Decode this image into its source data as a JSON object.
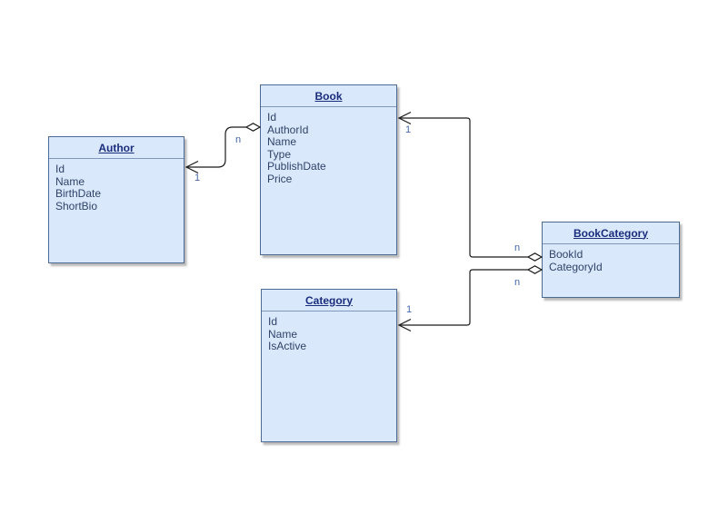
{
  "diagram": {
    "entities": [
      {
        "name": "Author",
        "fields": [
          "Id",
          "Name",
          "BirthDate",
          "ShortBio"
        ]
      },
      {
        "name": "Book",
        "fields": [
          "Id",
          "AuthorId",
          "Name",
          "Type",
          "PublishDate",
          "Price"
        ]
      },
      {
        "name": "Category",
        "fields": [
          "Id",
          "Name",
          "IsActive"
        ]
      },
      {
        "name": "BookCategory",
        "fields": [
          "BookId",
          "CategoryId"
        ]
      }
    ],
    "relationships": [
      {
        "source": "Book",
        "target": "Author",
        "source_label": "n",
        "target_label": "1",
        "source_marker": "diamond",
        "target_marker": "open-arrow"
      },
      {
        "source": "BookCategory",
        "target": "Book",
        "source_label": "n",
        "target_label": "1",
        "source_marker": "diamond",
        "target_marker": "open-arrow"
      },
      {
        "source": "BookCategory",
        "target": "Category",
        "source_label": "n",
        "target_label": "1",
        "source_marker": "diamond",
        "target_marker": "open-arrow"
      }
    ],
    "colors": {
      "entity_fill": "#dae8fc",
      "entity_border": "#4d6a96",
      "header_text": "#1a2d7d",
      "field_text": "#2f4369",
      "edge_line": "#1a1a1a",
      "multiplicity_label": "#4466aa",
      "background": "#ffffff"
    }
  }
}
